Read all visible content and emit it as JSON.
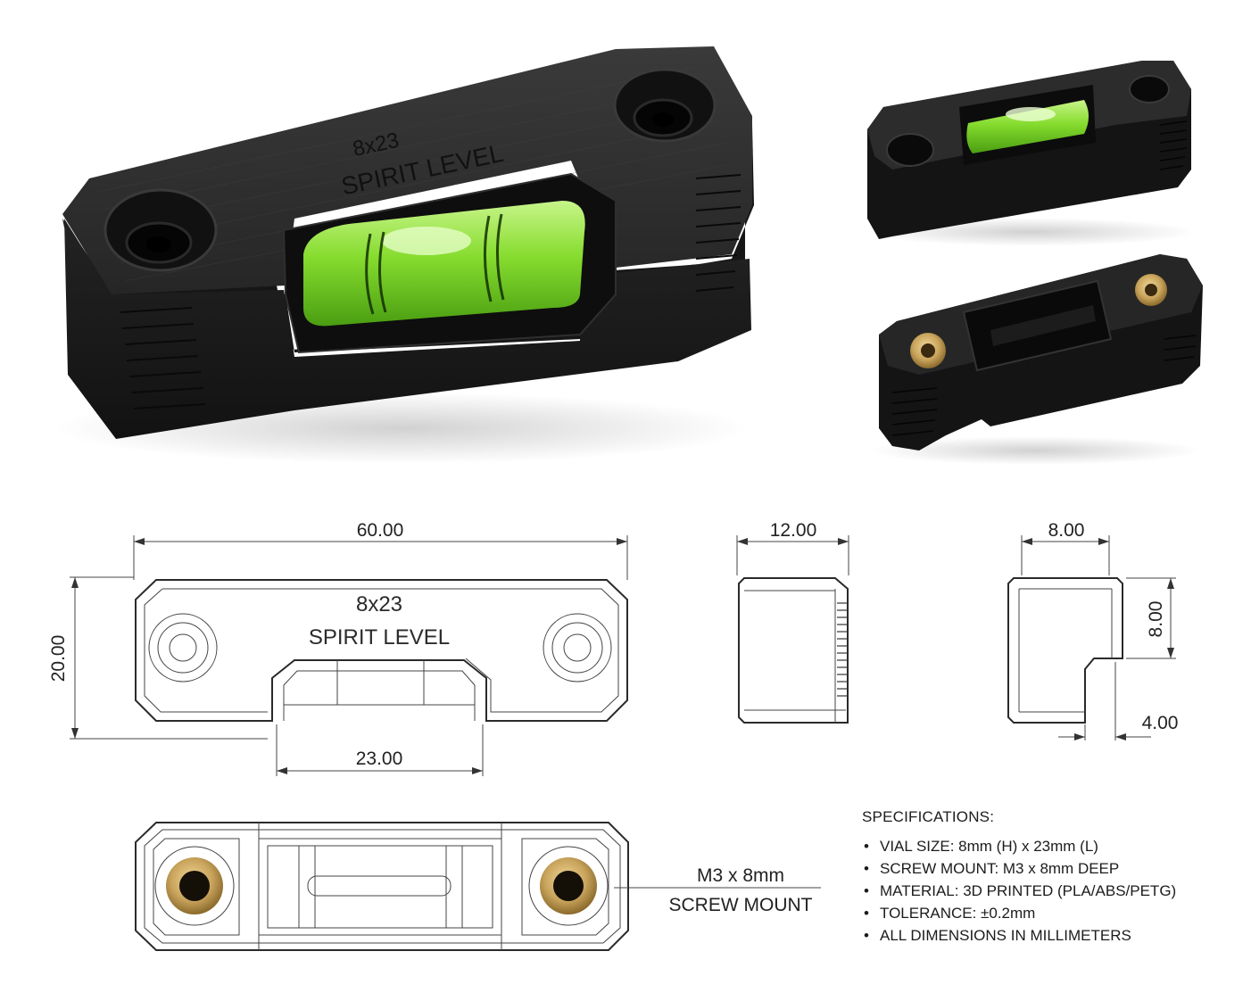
{
  "product": {
    "engraving_top": "8x23",
    "engraving_bottom": "SPIRIT LEVEL"
  },
  "front_view": {
    "width_label": "60.00",
    "height_label": "20.00",
    "vial_window_label": "23.00",
    "engraving_top": "8x23",
    "engraving_bottom": "SPIRIT LEVEL"
  },
  "side_view": {
    "width_label": "12.00"
  },
  "end_view": {
    "width_label": "8.00",
    "height_label": "8.00",
    "step_label": "4.00"
  },
  "bottom_view": {
    "callout_line1": "M3 x 8mm",
    "callout_line2": "SCREW MOUNT"
  },
  "specifications": {
    "title": "SPECIFICATIONS:",
    "items": [
      "VIAL SIZE: 8mm (H) x 23mm (L)",
      "SCREW MOUNT: M3 x 8mm DEEP",
      "MATERIAL: 3D PRINTED (PLA/ABS/PETG)",
      "TOLERANCE: ±0.2mm",
      "ALL DIMENSIONS IN MILLIMETERS"
    ]
  },
  "colors": {
    "body": "#1e1e1e",
    "vial_green": "#8ee03a",
    "brass": "#c9a45c",
    "line": "#2a2a2a"
  }
}
